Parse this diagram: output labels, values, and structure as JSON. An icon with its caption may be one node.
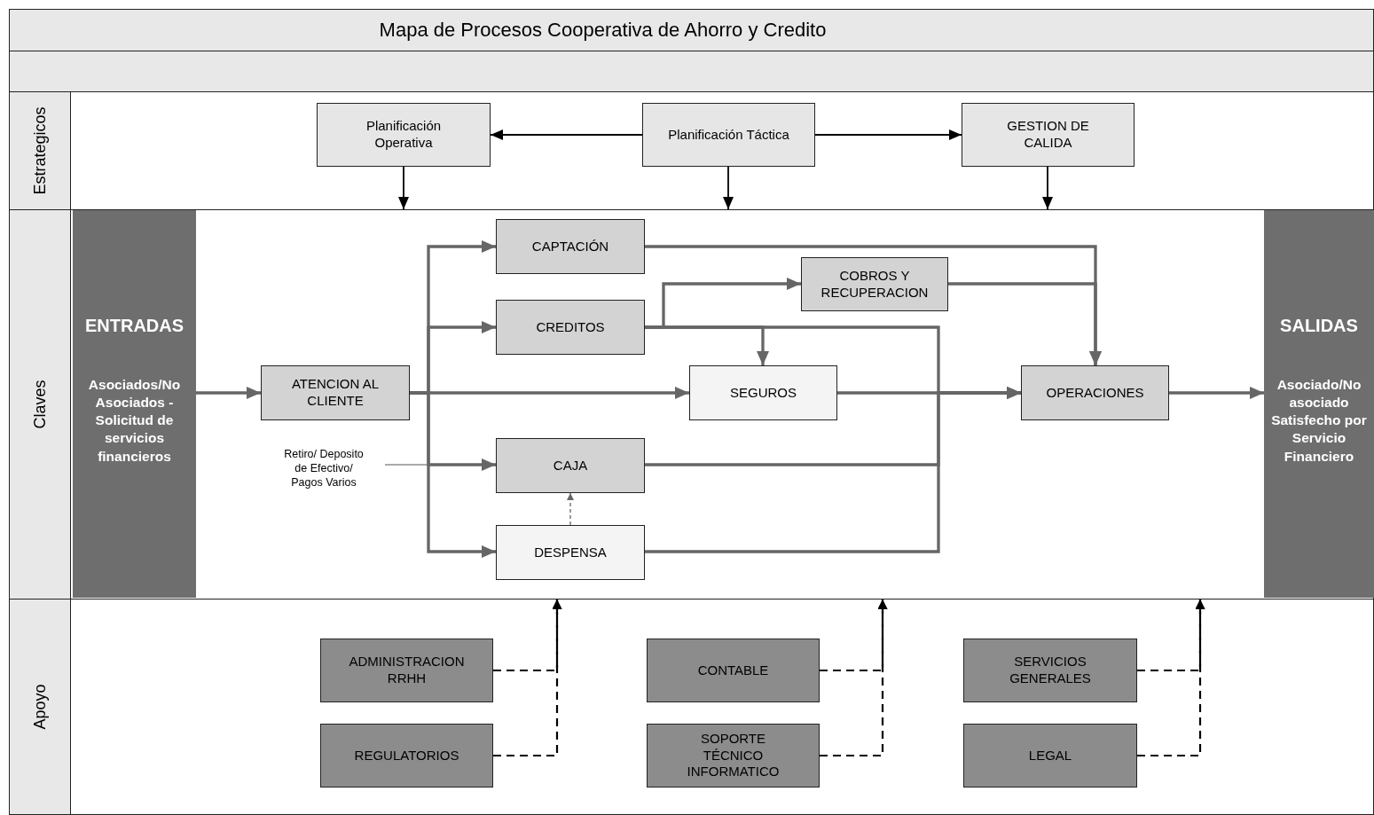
{
  "diagram": {
    "nodes": [
      {
        "text": [
          "Estrategicos"
        ]
      },
      {
        "text": [
          "Planificación Operativa"
        ],
        "in": 0
      },
      {
        "text": [
          "Planificación Táctica"
        ],
        "in": 0
      },
      {
        "text": [
          "GESTION DE CALIDA"
        ],
        "in": 0
      },
      {
        "text": [
          "Claves"
        ]
      },
      {
        "text": [
          "ENTRADAS",
          "Asociados/No Asociados -Solicitud de servicios financieros"
        ],
        "in": 4
      },
      {
        "text": [
          "CAPTACIÓN"
        ],
        "in": 4
      },
      {
        "text": [
          "COBROS Y RECUPERACION"
        ],
        "in": 4
      },
      {
        "text": [
          "CREDITOS"
        ],
        "in": 4
      },
      {
        "text": [
          "ATENCION AL CLIENTE"
        ],
        "in": 4
      },
      {
        "text": [
          "SEGUROS"
        ],
        "in": 4
      },
      {
        "text": [
          "OPERACIONES"
        ],
        "in": 4
      },
      {
        "text": [
          "SALIDAS",
          "Asociado/No asociado Satisfecho por Servicio Financiero"
        ],
        "in": 4
      },
      {
        "text": [
          "Retiro/ Deposito de Efectivo/ Pagos Varios"
        ],
        "in": 4
      },
      {
        "text": [
          "CAJA"
        ],
        "in": 4
      },
      {
        "text": [
          "DESPENSA"
        ],
        "in": 4
      },
      {
        "text": [
          "Apoyo"
        ]
      },
      {
        "text": [
          "ADMINISTRACION RRHH"
        ],
        "in": 16
      },
      {
        "text": [
          "CONTABLE"
        ],
        "in": 16
      },
      {
        "text": [
          "SERVICIOS GENERALES"
        ],
        "in": 16
      },
      {
        "text": [
          "REGULATORIOS"
        ],
        "in": 16
      },
      {
        "text": [
          "SOPORTE TÉCNICO INFORMATICO"
        ],
        "in": 16
      },
      {
        "text": [
          "LEGAL"
        ],
        "in": 16
      },
      {
        "text": [],
        "shape": "box"
      },
      {
        "text": [
          "Mapa de Procesos Cooperativa de Ahorro y Credito"
        ]
      }
    ],
    "edges": [
      {
        "from": 2,
        "to": 1,
        "arrow": "to",
        "color": "#000000"
      },
      {
        "from": 2,
        "to": 3,
        "arrow": "to",
        "color": "#000000"
      },
      {
        "from": 1,
        "to": 4,
        "arrow": "to",
        "color": "#000000"
      },
      {
        "from": 2,
        "to": 4,
        "arrow": "to",
        "color": "#000000"
      },
      {
        "from": 3,
        "to": 4,
        "arrow": "to",
        "color": "#000000"
      },
      {
        "from": 5,
        "to": 9,
        "arrow": "to"
      },
      {
        "from": 9,
        "to": 6,
        "arrow": "to"
      },
      {
        "from": 9,
        "to": 8,
        "arrow": "to"
      },
      {
        "from": 9,
        "to": 10,
        "arrow": "to"
      },
      {
        "from": 9,
        "to": 14,
        "arrow": "to"
      },
      {
        "from": 9,
        "to": 15,
        "arrow": "to"
      },
      {
        "from": 8,
        "to": 7,
        "arrow": "to"
      },
      {
        "from": 8,
        "to": 10,
        "arrow": "to"
      },
      {
        "from": 6,
        "to": 11,
        "arrow": "to"
      },
      {
        "from": 7,
        "to": 11,
        "arrow": "to"
      },
      {
        "from": 8,
        "to": 11,
        "arrow": "to"
      },
      {
        "from": 10,
        "to": 11,
        "arrow": "to"
      },
      {
        "from": 14,
        "to": 11,
        "arrow": "to"
      },
      {
        "from": 15,
        "to": 11,
        "arrow": "to"
      },
      {
        "from": 15,
        "to": 14,
        "arrow": "to",
        "style": "dashed"
      },
      {
        "from": 11,
        "to": 12,
        "arrow": "to"
      },
      {
        "from": 13,
        "to": null,
        "arrow": "none",
        "color": "#aaaaaa"
      },
      {
        "from": 17,
        "to": 4,
        "arrow": "to",
        "style": "dashed",
        "color": "#000000"
      },
      {
        "from": 20,
        "to": 4,
        "arrow": "to",
        "style": "dashed",
        "color": "#000000"
      },
      {
        "from": 18,
        "to": 4,
        "arrow": "to",
        "style": "dashed",
        "color": "#000000"
      },
      {
        "from": 21,
        "to": 4,
        "arrow": "to",
        "style": "dashed",
        "color": "#000000"
      },
      {
        "from": 19,
        "to": 4,
        "arrow": "to",
        "style": "dashed",
        "color": "#000000"
      },
      {
        "from": 22,
        "to": 4,
        "arrow": "to",
        "style": "dashed",
        "color": "#000000"
      }
    ]
  }
}
